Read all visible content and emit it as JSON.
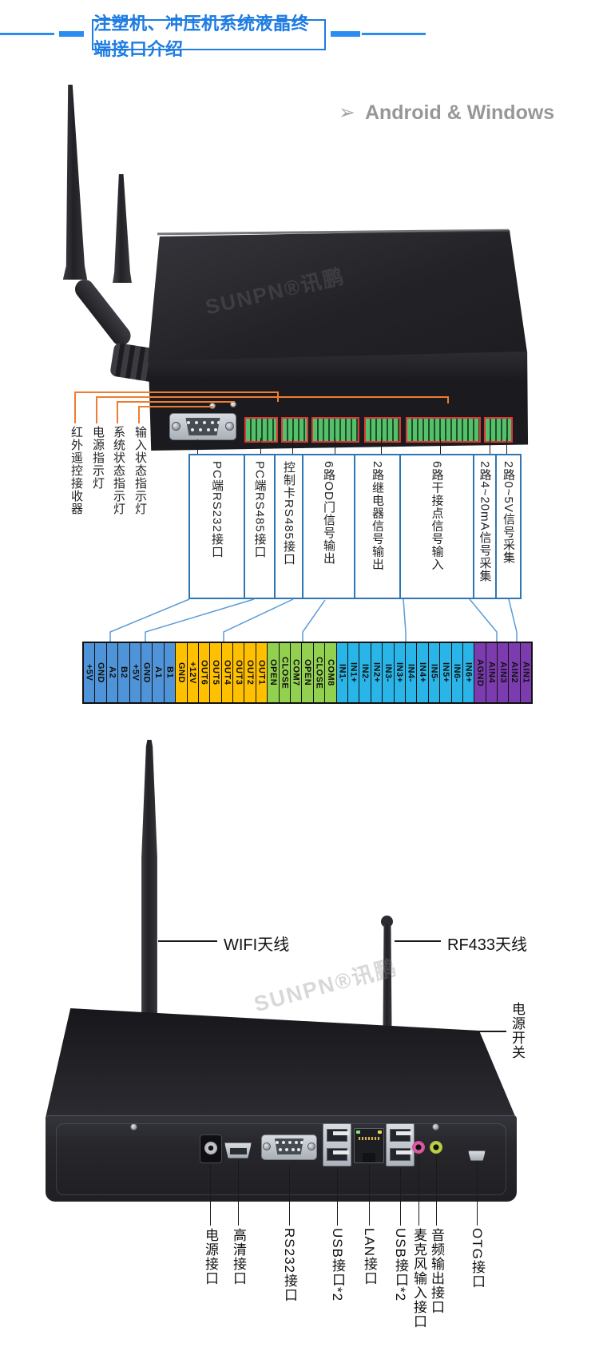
{
  "header": {
    "title": "注塑机、冲压机系统液晶终端接口介绍",
    "platform_arrow": "➢",
    "platform_note": "Android & Windows"
  },
  "watermark_text": "SUNPN®讯鹏",
  "device1": {
    "left_labels": [
      "红外遥控接收器",
      "电源指示灯",
      "系统状态指示灯",
      "输入状态指示灯"
    ],
    "port_labels": [
      "PC端RS232接口",
      "PC端RS485接口",
      "控制卡RS485接口",
      "6路OD门信号输出",
      "2路继电器信号输出",
      "6路干接点信号输入",
      "2路4~20mA信号采集",
      "2路0~5V信号采集"
    ]
  },
  "terminal_strip": {
    "groups": [
      {
        "name": "rs485",
        "color": "#4f94d8",
        "labels": [
          "+5V",
          "GND",
          "A2",
          "B2",
          "+5V",
          "GND",
          "A1",
          "B1"
        ]
      },
      {
        "name": "od-output",
        "color": "#ffc000",
        "labels": [
          "GND",
          "+12V",
          "OUT6",
          "OUT5",
          "OUT4",
          "OUT3",
          "OUT2",
          "OUT1"
        ]
      },
      {
        "name": "relay",
        "color": "#92d050",
        "labels": [
          "OPEN",
          "CLOSE",
          "COM7",
          "OPEN",
          "CLOSE",
          "COM8"
        ]
      },
      {
        "name": "dry-contact-input",
        "color": "#29b5e8",
        "labels": [
          "IN1-",
          "IN1+",
          "IN2-",
          "IN2+",
          "IN3-",
          "IN3+",
          "IN4-",
          "IN4+",
          "IN5-",
          "IN5+",
          "IN6-",
          "IN6+"
        ]
      },
      {
        "name": "analog-input",
        "color": "#7d3bb0",
        "labels": [
          "AGND",
          "AIN4",
          "AIN3",
          "AIN2",
          "AIN1"
        ]
      }
    ]
  },
  "device2": {
    "antenna_labels": [
      "WIFI天线",
      "RF433天线"
    ],
    "power_switch_label": "电源开关",
    "bottom_labels": [
      "电源接口",
      "高清接口",
      "RS232接口",
      "USB接口*2",
      "LAN接口",
      "USB接口*2",
      "麦克风输入接口",
      "音频输出接口",
      "OTG接口"
    ]
  },
  "colors": {
    "title_blue": "#1e7ce2",
    "header_line_blue": "#2a8ef0",
    "label_box_border": "#2e75b6",
    "diagonal_line_blue": "#5b9bd5",
    "orange_leader": "#ed7d31",
    "terminal_outline_red": "#e03636",
    "terminal_green": "#3da864"
  }
}
